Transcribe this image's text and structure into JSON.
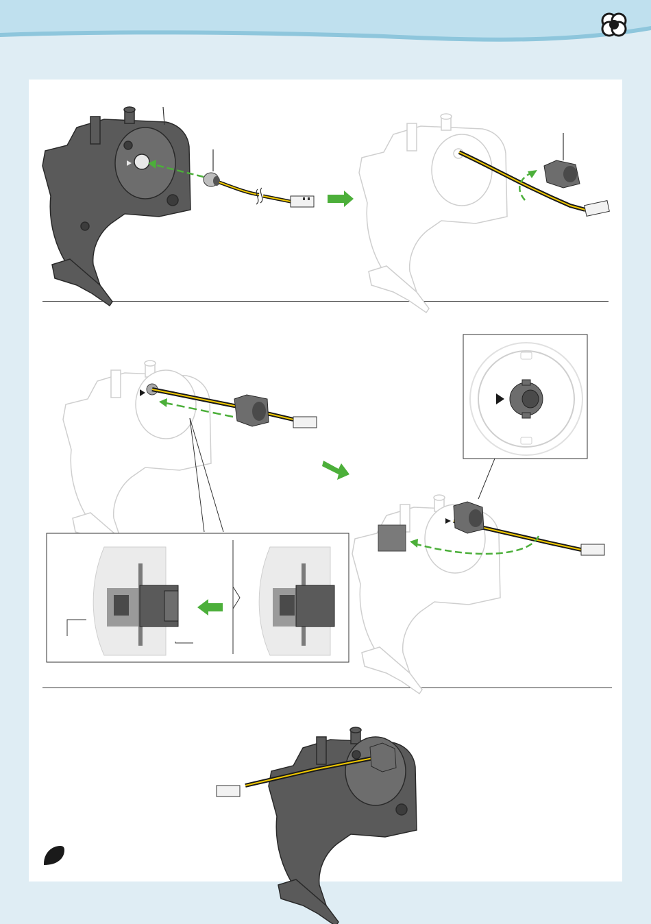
{
  "header": {
    "band_color": "#bfe0ee",
    "band_highlight": "#8ec6dc",
    "logo_icon": "overlapping-circles-logo-icon"
  },
  "colors": {
    "part_dark": "#5a5a5a",
    "part_mid": "#7d7d7d",
    "part_ghost": "#cfcfcf",
    "wire_yellow": "#f0c800",
    "wire_black": "#1a1a1a",
    "arrow_green": "#4caf3a"
  },
  "steps": [
    {
      "id": "step-1",
      "parts": [
        "dark-housing",
        "ferrite-core",
        "wire-with-connector",
        "ghost-housing",
        "dark-bushing"
      ]
    },
    {
      "id": "step-2",
      "parts": [
        "ghost-housing",
        "bushing-on-wire",
        "detail-closeup-keyway",
        "detail-cross-section-before",
        "detail-cross-section-after"
      ]
    },
    {
      "id": "step-3",
      "parts": [
        "dark-housing-with-wire-installed"
      ]
    }
  ],
  "note_icon": "note-bullet-icon"
}
